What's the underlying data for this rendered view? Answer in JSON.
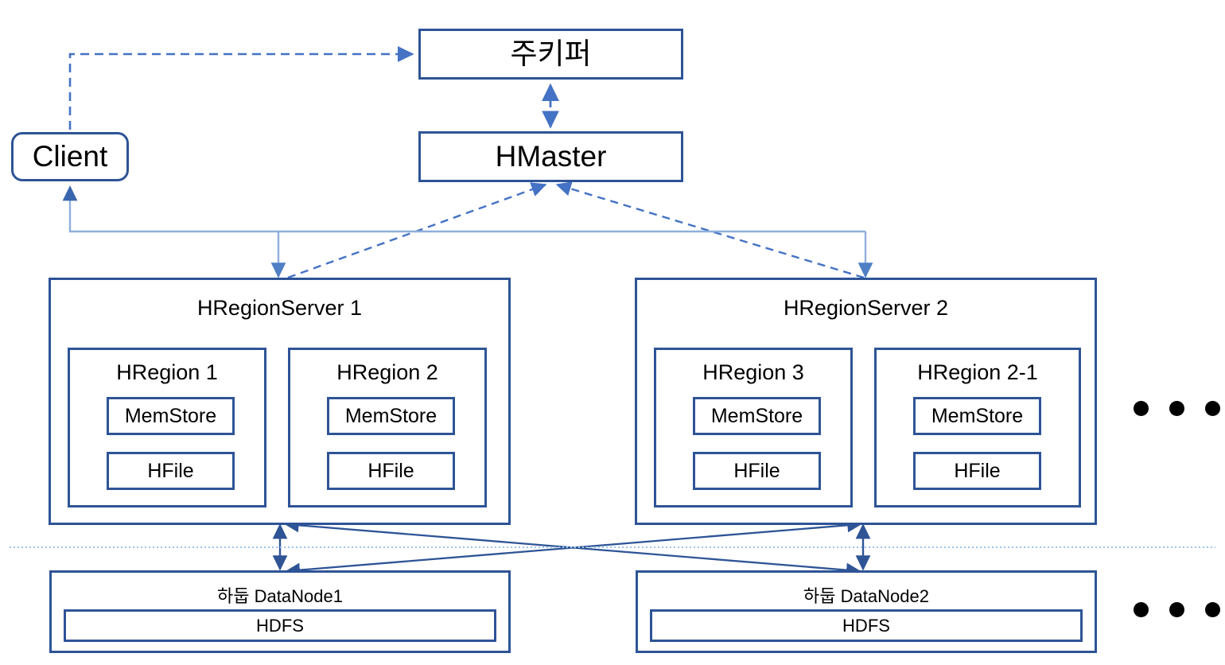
{
  "diagram": {
    "title_hidden": "",
    "colors": {
      "box_border": "#2e5496",
      "solid_connector": "#2e5496",
      "light_connector": "#8fafdb",
      "dashed_connector": "#4472c4",
      "separator": "#9dc3e6",
      "background": "#ffffff",
      "text": "#000000"
    },
    "nodes": {
      "zookeeper": "주키퍼",
      "hmaster": "HMaster",
      "client": "Client"
    },
    "regionservers": [
      {
        "title": "HRegionServer 1",
        "regions": [
          {
            "title": "HRegion 1",
            "memstore": "MemStore",
            "hfile": "HFile",
            "flush_dashed": false
          },
          {
            "title": "HRegion 2",
            "memstore": "MemStore",
            "hfile": "HFile",
            "flush_dashed": false
          }
        ]
      },
      {
        "title": "HRegionServer 2",
        "regions": [
          {
            "title": "HRegion 3",
            "memstore": "MemStore",
            "hfile": "HFile",
            "flush_dashed": false
          },
          {
            "title": "HRegion 2-1",
            "memstore": "MemStore",
            "hfile": "HFile",
            "flush_dashed": true
          }
        ]
      }
    ],
    "datanodes": [
      {
        "title": "하둡 DataNode1",
        "fs": "HDFS"
      },
      {
        "title": "하둡 DataNode2",
        "fs": "HDFS"
      }
    ],
    "ellipsis": {
      "regions_row": "● ● ●",
      "datanode_row": "● ● ●"
    }
  }
}
